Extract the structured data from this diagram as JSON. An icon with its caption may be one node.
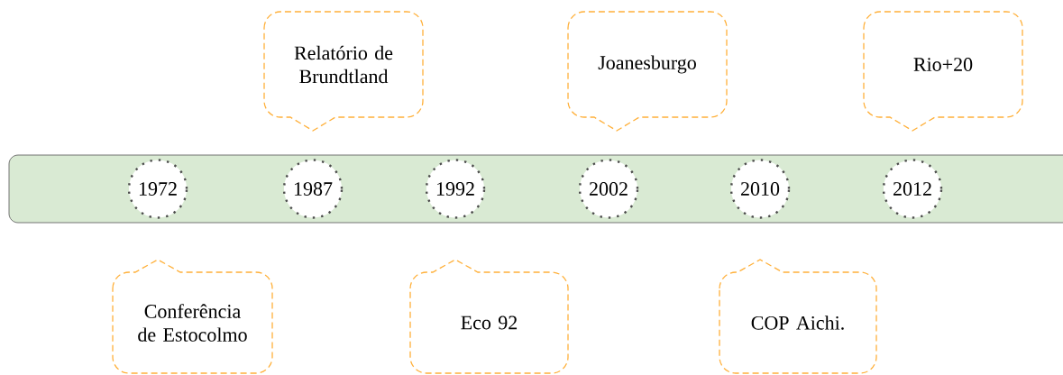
{
  "diagram": {
    "nodes": [
      {
        "text": [
          "Relatório de Brundtland"
        ]
      },
      {
        "text": [
          "Joanesburgo"
        ]
      },
      {
        "text": [
          "Rio+20"
        ]
      },
      {
        "text": [],
        "shape": "bar"
      },
      {
        "text": [
          "1972"
        ],
        "in": 3
      },
      {
        "text": [
          "1987"
        ],
        "in": 3
      },
      {
        "text": [
          "1992"
        ],
        "in": 3
      },
      {
        "text": [
          "2002"
        ],
        "in": 3
      },
      {
        "text": [
          "2010"
        ],
        "in": 3
      },
      {
        "text": [
          "2012"
        ],
        "in": 3
      },
      {
        "text": [
          "Conferência de Estocolmo"
        ]
      },
      {
        "text": [
          "Eco 92"
        ]
      },
      {
        "text": [
          "COP Aichi."
        ]
      }
    ]
  }
}
